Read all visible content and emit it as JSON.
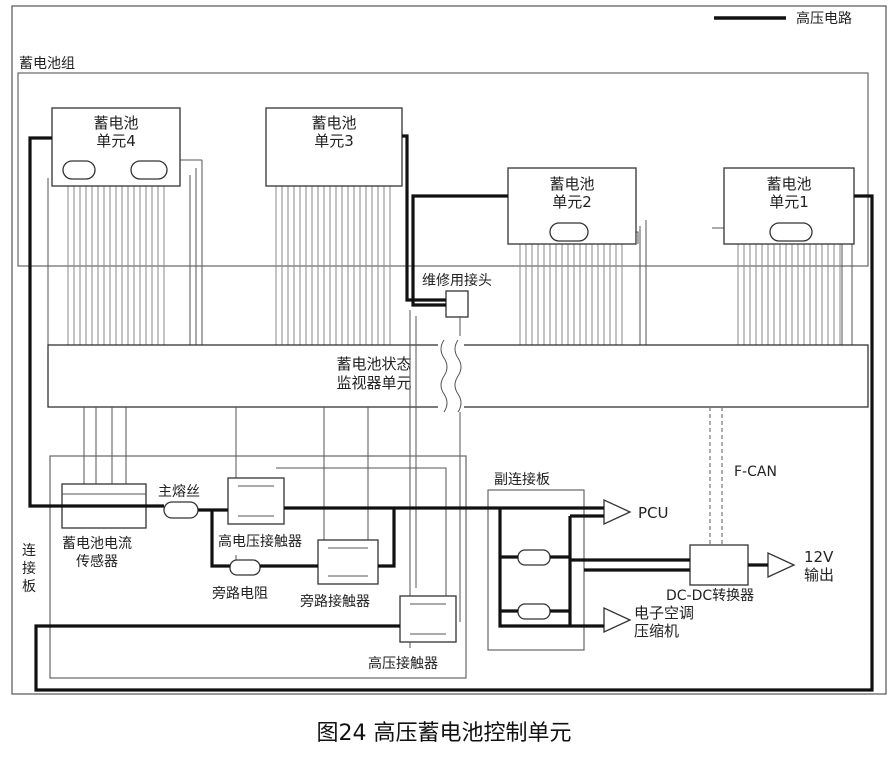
{
  "legend": {
    "label": "高压电路"
  },
  "battery_group": {
    "label": "蓄电池组"
  },
  "units": [
    {
      "line1": "蓄电池",
      "line2": "单元4"
    },
    {
      "line1": "蓄电池",
      "line2": "单元3"
    },
    {
      "line1": "蓄电池",
      "line2": "单元2"
    },
    {
      "line1": "蓄电池",
      "line2": "单元1"
    }
  ],
  "service_plug": {
    "label": "维修用接头"
  },
  "monitor": {
    "line1": "蓄电池状态",
    "line2": "监视器单元"
  },
  "connection_board": {
    "label_chars": [
      "连",
      "接",
      "板"
    ]
  },
  "current_sensor": {
    "line1": "蓄电池电流",
    "line2": "传感器"
  },
  "main_fuse": {
    "label": "主熔丝"
  },
  "hv_contactor": {
    "label": "高电压接触器"
  },
  "bypass_resistor": {
    "label": "旁路电阻"
  },
  "bypass_contactor": {
    "label": "旁路接触器"
  },
  "hv_contactor2": {
    "label": "高压接触器"
  },
  "sub_board": {
    "label": "副连接板"
  },
  "fcan": {
    "label": "F-CAN"
  },
  "pcu": {
    "label": "PCU"
  },
  "dcdc": {
    "label": "DC-DC转换器"
  },
  "out12v": {
    "line1": "12V",
    "line2": "输出"
  },
  "compressor": {
    "line1": "电子空调",
    "line2": "压缩机"
  },
  "caption": "图24 高压蓄电池控制单元"
}
